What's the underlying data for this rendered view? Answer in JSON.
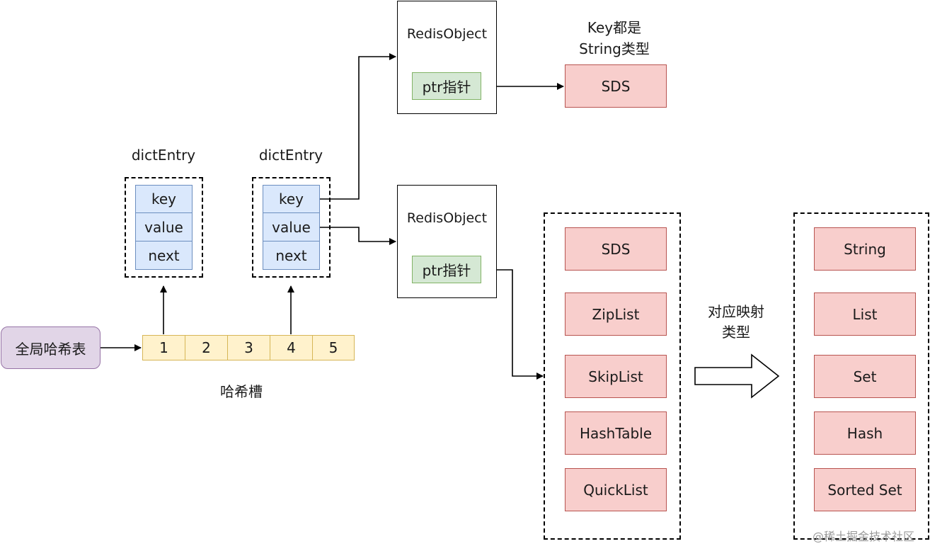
{
  "global_hash_table": "全局哈希表",
  "slot_label": "哈希槽",
  "slots": [
    "1",
    "2",
    "3",
    "4",
    "5"
  ],
  "dict_entries": [
    {
      "title": "dictEntry",
      "fields": [
        "key",
        "value",
        "next"
      ]
    },
    {
      "title": "dictEntry",
      "fields": [
        "key",
        "value",
        "next"
      ]
    }
  ],
  "redis_objects": [
    {
      "title": "RedisObject",
      "ptr": "ptr指针"
    },
    {
      "title": "RedisObject",
      "ptr": "ptr指针"
    }
  ],
  "key_note": {
    "line1": "Key都是",
    "line2": "String类型"
  },
  "key_target": "SDS",
  "encodings": [
    "SDS",
    "ZipList",
    "SkipList",
    "HashTable",
    "QuickList"
  ],
  "mapping_label": {
    "line1": "对应映射",
    "line2": "类型"
  },
  "data_types": [
    "String",
    "List",
    "Set",
    "Hash",
    "Sorted Set"
  ],
  "watermark": "@稀土掘金技术社区"
}
